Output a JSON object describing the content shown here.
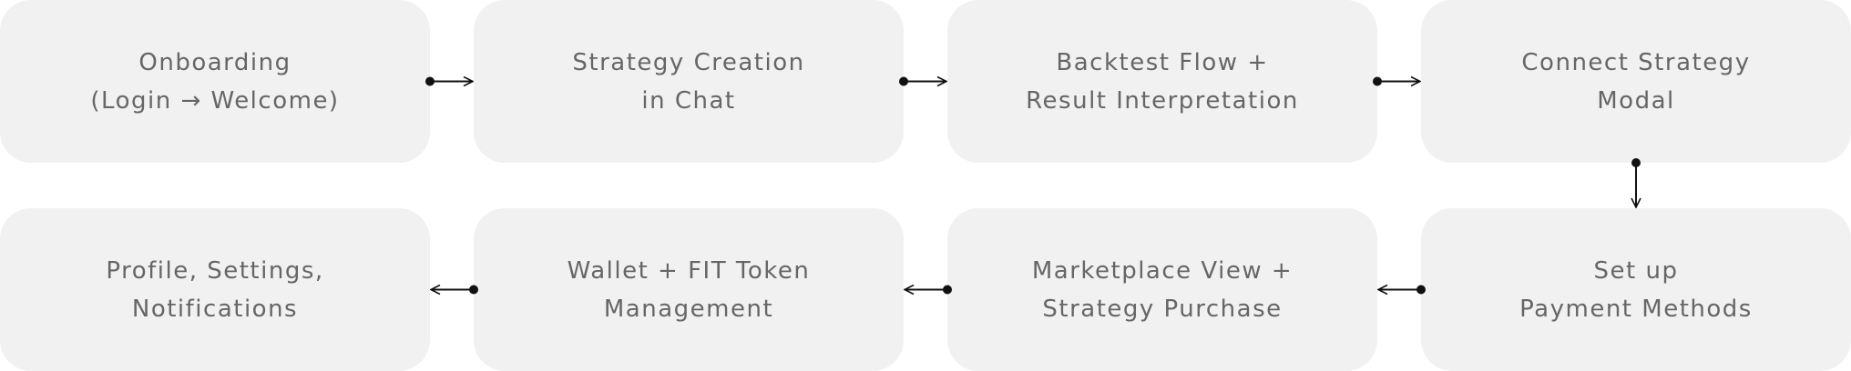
{
  "diagram": {
    "nodes": [
      {
        "id": "n1",
        "lines": [
          "Onboarding",
          "(Login → Welcome)"
        ]
      },
      {
        "id": "n2",
        "lines": [
          "Strategy Creation",
          "in Chat"
        ]
      },
      {
        "id": "n3",
        "lines": [
          "Backtest Flow +",
          "Result Interpretation"
        ]
      },
      {
        "id": "n4",
        "lines": [
          "Connect Strategy",
          "Modal"
        ]
      },
      {
        "id": "n5",
        "lines": [
          "Set up",
          "Payment Methods"
        ]
      },
      {
        "id": "n6",
        "lines": [
          "Marketplace View +",
          "Strategy Purchase"
        ]
      },
      {
        "id": "n7",
        "lines": [
          "Wallet + FIT Token",
          "Management"
        ]
      },
      {
        "id": "n8",
        "lines": [
          "Profile, Settings,",
          "Notifications"
        ]
      }
    ],
    "edges": [
      {
        "from": "n1",
        "to": "n2"
      },
      {
        "from": "n2",
        "to": "n3"
      },
      {
        "from": "n3",
        "to": "n4"
      },
      {
        "from": "n4",
        "to": "n5"
      },
      {
        "from": "n5",
        "to": "n6"
      },
      {
        "from": "n6",
        "to": "n7"
      },
      {
        "from": "n7",
        "to": "n8"
      }
    ],
    "colors": {
      "node_fill": "#f1f1f1",
      "node_text": "#666666",
      "connector": "#111111"
    }
  }
}
